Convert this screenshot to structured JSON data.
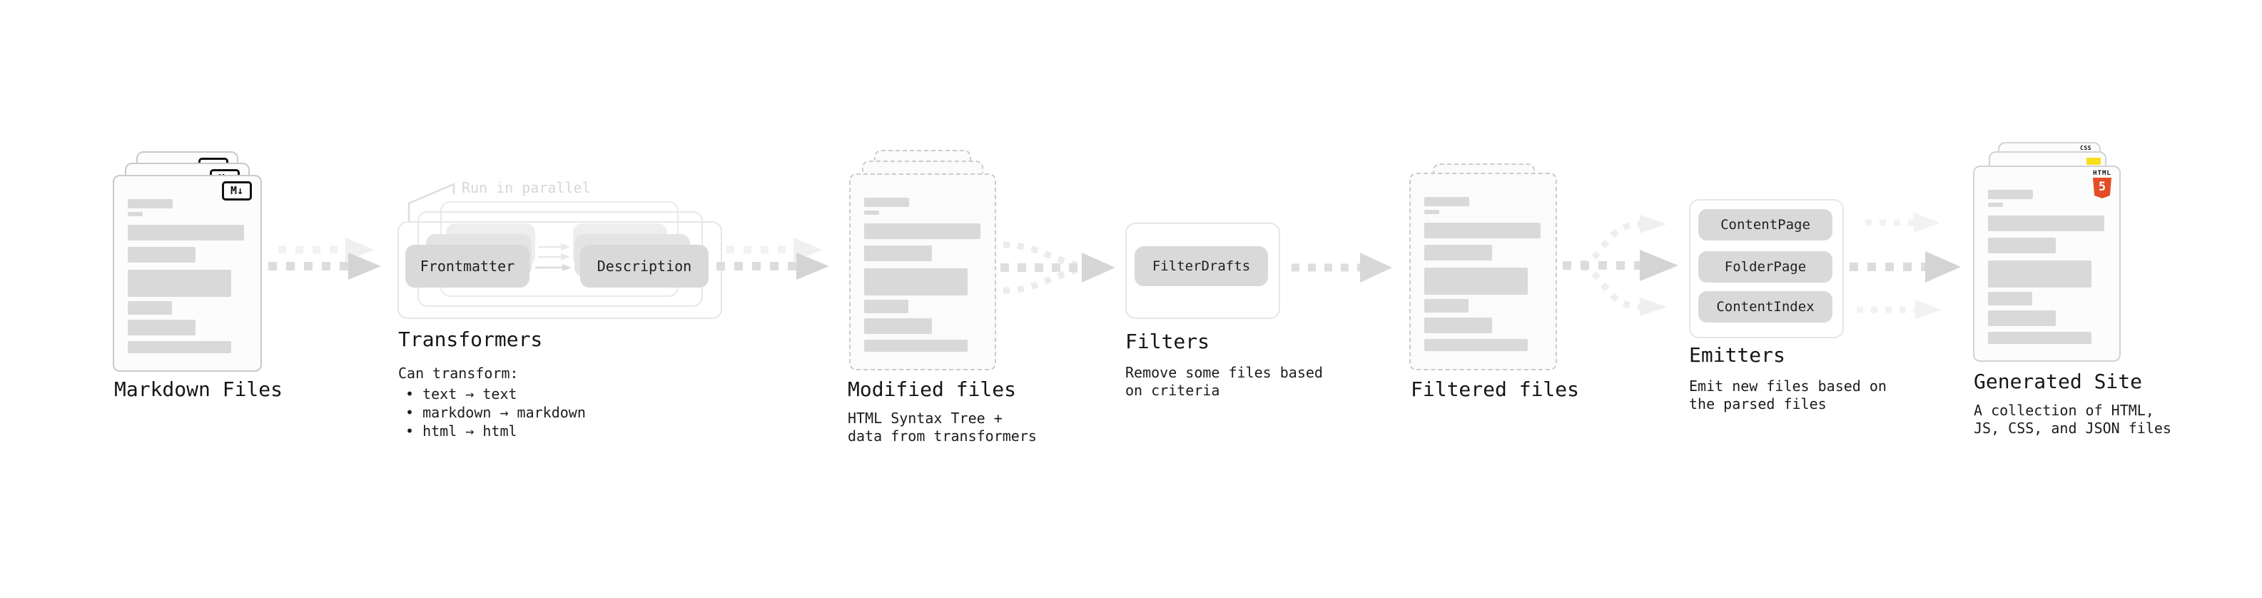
{
  "stages": {
    "markdown": {
      "label": "Markdown Files",
      "badge": "M↓"
    },
    "transformers": {
      "label": "Transformers",
      "note": "Run in parallel",
      "chips": [
        "Frontmatter",
        "Description"
      ],
      "desc_title": "Can transform:",
      "bullets": [
        "• text → text",
        "• markdown → markdown",
        "• html → html"
      ]
    },
    "modified": {
      "label": "Modified files",
      "desc": [
        "HTML Syntax Tree +",
        "data from transformers"
      ]
    },
    "filters": {
      "label": "Filters",
      "chips": [
        "FilterDrafts"
      ],
      "desc": [
        "Remove some files based",
        "on criteria"
      ]
    },
    "filtered": {
      "label": "Filtered files"
    },
    "emitters": {
      "label": "Emitters",
      "chips": [
        "ContentPage",
        "FolderPage",
        "ContentIndex"
      ],
      "desc": [
        "Emit new files based on",
        "the parsed files"
      ]
    },
    "generated": {
      "label": "Generated Site",
      "desc": [
        "A collection of HTML,",
        "JS, CSS, and JSON files"
      ],
      "badges": {
        "css": "CSS",
        "html5_label": "HTML",
        "html5_number": "5"
      }
    }
  },
  "colors": {
    "text": "#1a1a1a",
    "muted_note": "#d7d7d7",
    "chip_bg": "#d9d9d9",
    "bar": "#d9d9d9",
    "arrow_main": "#d4d4d4",
    "arrow_ghost": "#f0f0f0",
    "html5_orange": "#e44d26",
    "js_yellow": "#f7df1e",
    "css_blue": "#2962ff"
  }
}
